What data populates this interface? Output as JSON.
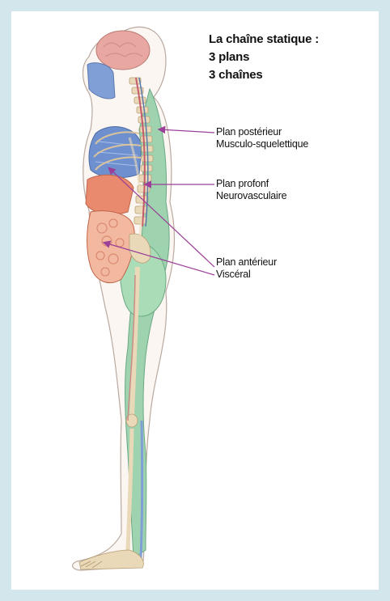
{
  "heading": {
    "line1": "La chaîne statique :",
    "line2": "3 plans",
    "line3": "3 chaînes"
  },
  "labels": {
    "posterior": {
      "line1": "Plan postérieur",
      "line2": "Musculo-squelettique"
    },
    "deep": {
      "line1": "Plan profonf",
      "line2": "Neurovasculaire"
    },
    "anterior": {
      "line1": "Plan antérieur",
      "line2": "Viscéral"
    }
  },
  "colors": {
    "background": "#d3e6ec",
    "arrow": "#9b3f98",
    "posterior_chain": "#9fd3b0",
    "deep_chain": "#7f9fd6",
    "visceral": "#e98a6e",
    "brain": "#e8a7a0",
    "bone": "#ead9b8"
  }
}
